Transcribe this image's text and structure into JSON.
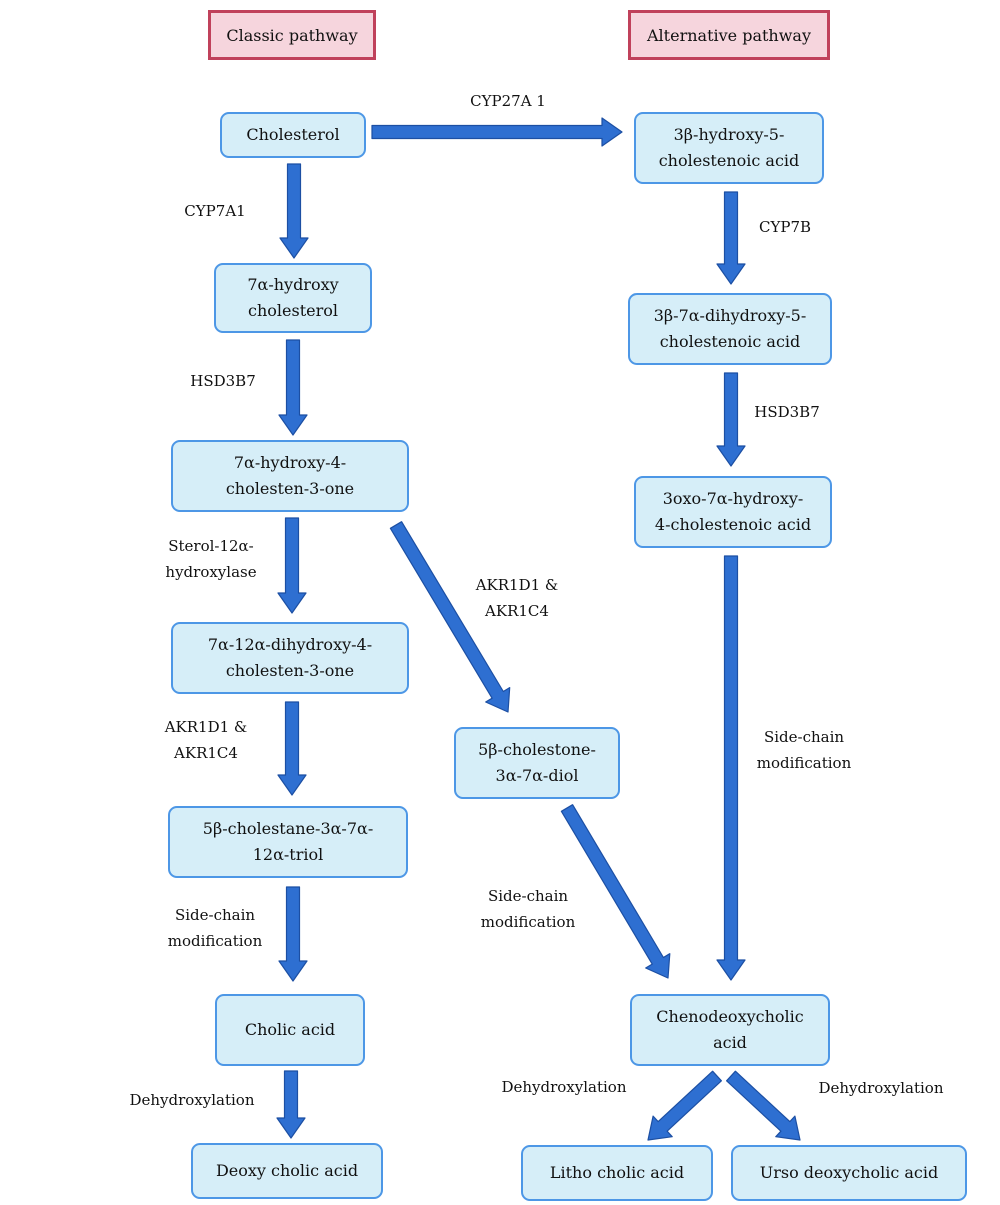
{
  "headers": {
    "classic": "Classic pathway",
    "alternative": "Alternative pathway"
  },
  "nodes": {
    "cholesterol": [
      "Cholesterol"
    ],
    "hydroxy_cholesterol": [
      "7α-hydroxy",
      "cholesterol"
    ],
    "hydroxy_cholesten_one": [
      "7α-hydroxy-4-",
      "cholesten-3-one"
    ],
    "dihydroxy_cholesten_one": [
      "7α-12α-dihydroxy-4-",
      "cholesten-3-one"
    ],
    "cholestane_triol": [
      "5β-cholestane-3α-7α-",
      "12α-triol"
    ],
    "cholic_acid": [
      "Cholic acid"
    ],
    "deoxy_cholic_acid": [
      "Deoxy cholic acid"
    ],
    "cholestone_diol": [
      "5β-cholestone-",
      "3α-7α-diol"
    ],
    "hydroxy_cholestenoic": [
      "3β-hydroxy-5-",
      "cholestenoic acid"
    ],
    "dihydroxy_cholestenoic": [
      "3β-7α-dihydroxy-5-",
      "cholestenoic acid"
    ],
    "oxo_hydroxy_cholestenoic": [
      "3oxo-7α-hydroxy-",
      "4-cholestenoic acid"
    ],
    "chenodeoxycholic_acid": [
      "Chenodeoxycholic",
      "acid"
    ],
    "litho_cholic_acid": [
      "Litho cholic acid"
    ],
    "urso_deoxycholic_acid": [
      "Urso deoxycholic acid"
    ]
  },
  "enzymes": {
    "cyp27a1": [
      "CYP27A 1"
    ],
    "cyp7a1": [
      "CYP7A1"
    ],
    "hsd3b7_left": [
      "HSD3B7"
    ],
    "sterol_12a": [
      "Sterol-12α-",
      "hydroxylase"
    ],
    "akr_left": [
      "AKR1D1 &",
      "AKR1C4"
    ],
    "akr_middle": [
      "AKR1D1 &",
      "AKR1C4"
    ],
    "side_chain_left": [
      "Side-chain",
      "modification"
    ],
    "dehydroxylation_left": [
      "Dehydroxylation"
    ],
    "side_chain_middle": [
      "Side-chain",
      "modification"
    ],
    "cyp7b": [
      "CYP7B"
    ],
    "hsd3b7_right": [
      "HSD3B7"
    ],
    "side_chain_right": [
      "Side-chain",
      "modification"
    ],
    "dehydroxylation_litho": [
      "Dehydroxylation"
    ],
    "dehydroxylation_urso": [
      "Dehydroxylation"
    ]
  },
  "colors": {
    "node_fill": "#d6eef8",
    "node_border": "#4d97e6",
    "header_fill": "#f6d5dd",
    "header_border": "#c0415b",
    "arrow_fill": "#2e6fd1",
    "arrow_edge": "#1c4fa3"
  }
}
